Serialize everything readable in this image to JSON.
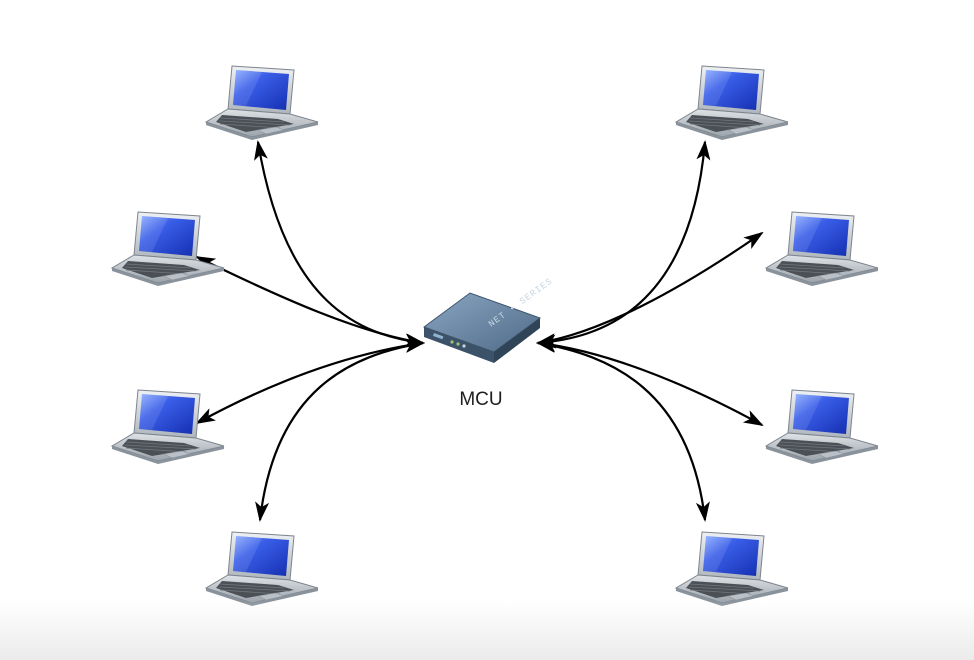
{
  "diagram": {
    "hub": {
      "label": "MCU",
      "icon": "mcu-device-icon",
      "device_text": "NET • SERIES"
    },
    "node_icon": "laptop-icon",
    "node_count": 8,
    "connection": "bidirectional",
    "colors": {
      "arrow": "#000000",
      "screen": "#1f3fd0",
      "screen_highlight": "#8fb0ff",
      "laptop_body": "#c8cdd2",
      "hub_body": "#5f7b96"
    }
  }
}
